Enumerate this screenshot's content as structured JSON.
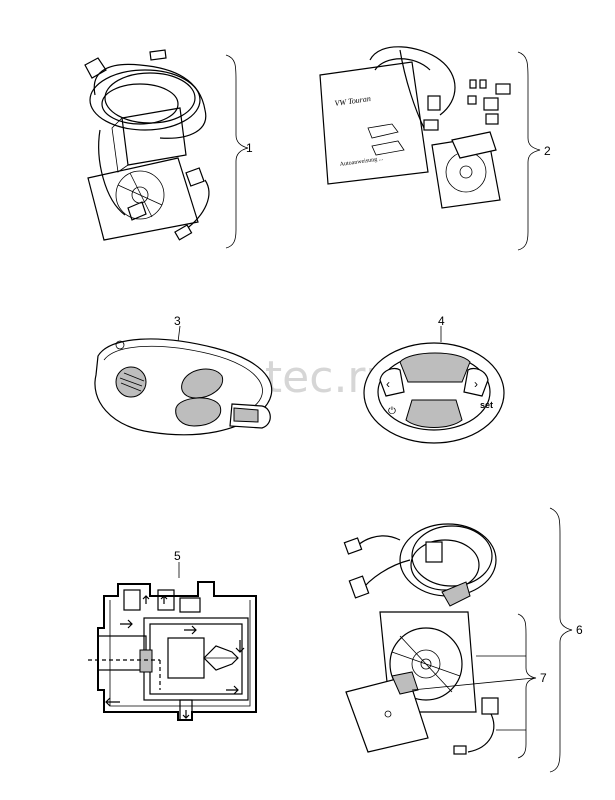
{
  "parts": [
    {
      "label": "1"
    },
    {
      "label": "2"
    },
    {
      "label": "3"
    },
    {
      "label": "4"
    },
    {
      "label": "5"
    },
    {
      "label": "6"
    },
    {
      "label": "7"
    }
  ],
  "manual_title": "VW Touran",
  "manual_footer": "Autoanweisung ...",
  "remote_set_label": "set",
  "watermark": "vagtec.ru"
}
